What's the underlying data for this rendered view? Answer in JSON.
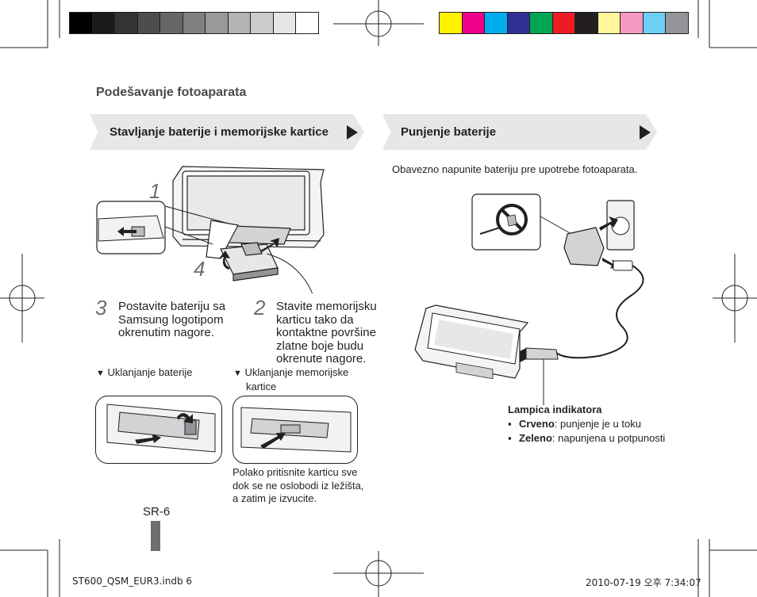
{
  "header": {
    "section_title": "Podešavanje fotoaparata"
  },
  "left_banner": {
    "title": "Stavljanje baterije i memorijske kartice"
  },
  "right_banner": {
    "title": "Punjenje baterije"
  },
  "steps": [
    {
      "number": "1"
    },
    {
      "number": "4"
    },
    {
      "number": "3",
      "text_lines": [
        "Postavite bateriju sa",
        "Samsung logotipom",
        "okrenutim nagore."
      ]
    },
    {
      "number": "2",
      "text_lines": [
        "Stavite memorijsku",
        "karticu tako da",
        "kontaktne površine",
        "zlatne boje budu",
        "okrenute nagore."
      ]
    }
  ],
  "removal": {
    "battery_label": "Uklanjanje baterije",
    "card_label_lines": [
      "Uklanjanje memorijske",
      "kartice"
    ],
    "card_note_lines": [
      "Polako pritisnite karticu sve",
      "dok se ne oslobodi iz ležišta,",
      "a zatim je izvucite."
    ]
  },
  "charging": {
    "intro": "Obavezno napunite bateriju pre upotrebe fotoaparata.",
    "indicator_title": "Lampica indikatora",
    "indicator_items": [
      {
        "term": "Crveno",
        "desc": ": punjenje je u toku"
      },
      {
        "term": "Zeleno",
        "desc": ": napunjena u potpunosti"
      }
    ]
  },
  "page_number": "SR-6",
  "footer": {
    "file": "ST600_QSM_EUR3.indb   6",
    "timestamp": "2010-07-19   오후 7:34:07"
  },
  "colors": {
    "gray_swatches": [
      "#000000",
      "#1a1a1a",
      "#333333",
      "#4d4d4d",
      "#666666",
      "#808080",
      "#999999",
      "#b3b3b3",
      "#cccccc",
      "#e6e6e6",
      "#ffffff"
    ],
    "color_swatches": [
      "#fff200",
      "#ec008c",
      "#00aeef",
      "#2e3192",
      "#00a651",
      "#ed1c24",
      "#231f20",
      "#fff799",
      "#f49ac1",
      "#6dcff6",
      "#939598"
    ],
    "banner": "#e6e7e8",
    "page_tab": "#6d6e71"
  }
}
